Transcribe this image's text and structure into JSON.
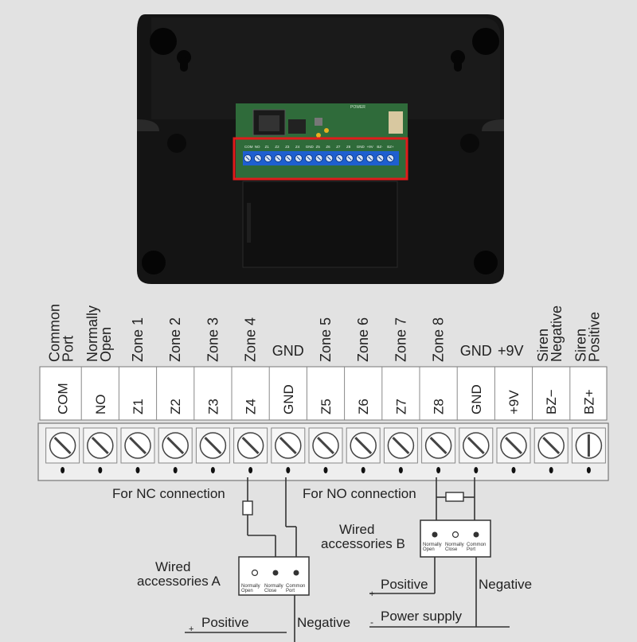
{
  "terminals": [
    {
      "code": "COM",
      "label": [
        "Common",
        "Port"
      ]
    },
    {
      "code": "NO",
      "label": [
        "Normally",
        "Open"
      ]
    },
    {
      "code": "Z1",
      "label": [
        "Zone 1"
      ]
    },
    {
      "code": "Z2",
      "label": [
        "Zone 2"
      ]
    },
    {
      "code": "Z3",
      "label": [
        "Zone 3"
      ]
    },
    {
      "code": "Z4",
      "label": [
        "Zone 4"
      ]
    },
    {
      "code": "GND",
      "label": [
        "GND"
      ]
    },
    {
      "code": "Z5",
      "label": [
        "Zone 5"
      ]
    },
    {
      "code": "Z6",
      "label": [
        "Zone 6"
      ]
    },
    {
      "code": "Z7",
      "label": [
        "Zone 7"
      ]
    },
    {
      "code": "Z8",
      "label": [
        "Zone 8"
      ]
    },
    {
      "code": "GND",
      "label": [
        "GND"
      ]
    },
    {
      "code": "+9V",
      "label": [
        "+9V"
      ]
    },
    {
      "code": "BZ−",
      "label": [
        "Siren",
        "Negative"
      ]
    },
    {
      "code": "BZ+",
      "label": [
        "Siren",
        "Positive"
      ]
    }
  ],
  "board": {
    "power_label": "POWER",
    "pcb_labels": [
      "COM",
      "NO",
      "Z1",
      "Z2",
      "Z3",
      "Z4",
      "GND",
      "Z5",
      "Z6",
      "Z7",
      "Z8",
      "GND",
      "+9V",
      "BZ-",
      "BZ+"
    ]
  },
  "wiring": {
    "nc_connection": "For NC connection",
    "no_connection": "For NO connection",
    "accessory_a": [
      "Wired",
      "accessories A"
    ],
    "accessory_b": [
      "Wired",
      "accessories B"
    ],
    "contacts": [
      [
        "Normally",
        "Open"
      ],
      [
        "Normally",
        "Close"
      ],
      [
        "Common",
        "Port"
      ]
    ],
    "positive_label": "Positive",
    "negative_label": "Negative",
    "plus_sign": "+",
    "minus_sign": "-",
    "power_supply": "Power supply"
  },
  "colors": {
    "housing": "#151515",
    "pcb": "#2f6b3a",
    "terminal_block": "#1e5fd0",
    "highlight": "#e01b1b",
    "background": "#e2e2e2"
  }
}
